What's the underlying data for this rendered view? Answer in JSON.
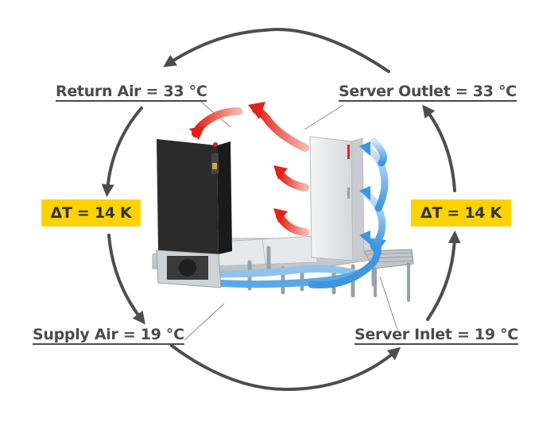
{
  "labels": {
    "return_air": "Return Air = 33 °C",
    "server_outlet": "Server Outlet = 33 °C",
    "supply_air": "Supply Air = 19 °C",
    "server_inlet": "Server Inlet = 19 °C"
  },
  "badges": {
    "left": "ΔT = 14 K",
    "right": "ΔT = 14 K"
  },
  "colors": {
    "cycle_arrow": "#4d4d4d",
    "badge_fill": "#ffd200",
    "hot_air": "#e2231a",
    "cold_air": "#5aa8e6",
    "cooling_unit": "#2b2b2b",
    "server_rack": "#e9ecef"
  }
}
